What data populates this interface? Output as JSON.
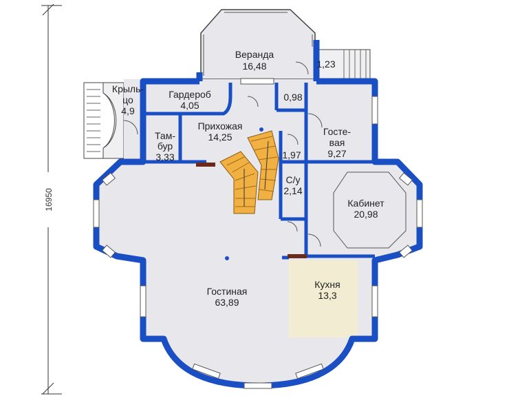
{
  "overall_dimension": "16950",
  "colors": {
    "wall": "#1a4fc4",
    "floor": "#e8e8ec",
    "kitchen_floor": "#f2ecd2",
    "stairs": "#f0b042",
    "porch": "#f0f0f2",
    "outline": "#444444"
  },
  "rooms": [
    {
      "name": "Веранда",
      "area": "16,48"
    },
    {
      "name": "",
      "area": "1,23"
    },
    {
      "name": "Крыль-",
      "name2": "цо",
      "area": "4,9"
    },
    {
      "name": "Гардероб",
      "area": "4,05"
    },
    {
      "name": "",
      "area": "0,98"
    },
    {
      "name": "Прихожая",
      "area": "14,25"
    },
    {
      "name": "Госте-",
      "name2": "вая",
      "area": "9,27"
    },
    {
      "name": "Там-",
      "name2": "бур",
      "area": "3,33"
    },
    {
      "name": "",
      "area": "1,97"
    },
    {
      "name": "С/у",
      "area": "2,14"
    },
    {
      "name": "Кабинет",
      "area": "20,98"
    },
    {
      "name": "Кухня",
      "area": "13,3"
    },
    {
      "name": "Гостиная",
      "area": "63,89"
    }
  ]
}
